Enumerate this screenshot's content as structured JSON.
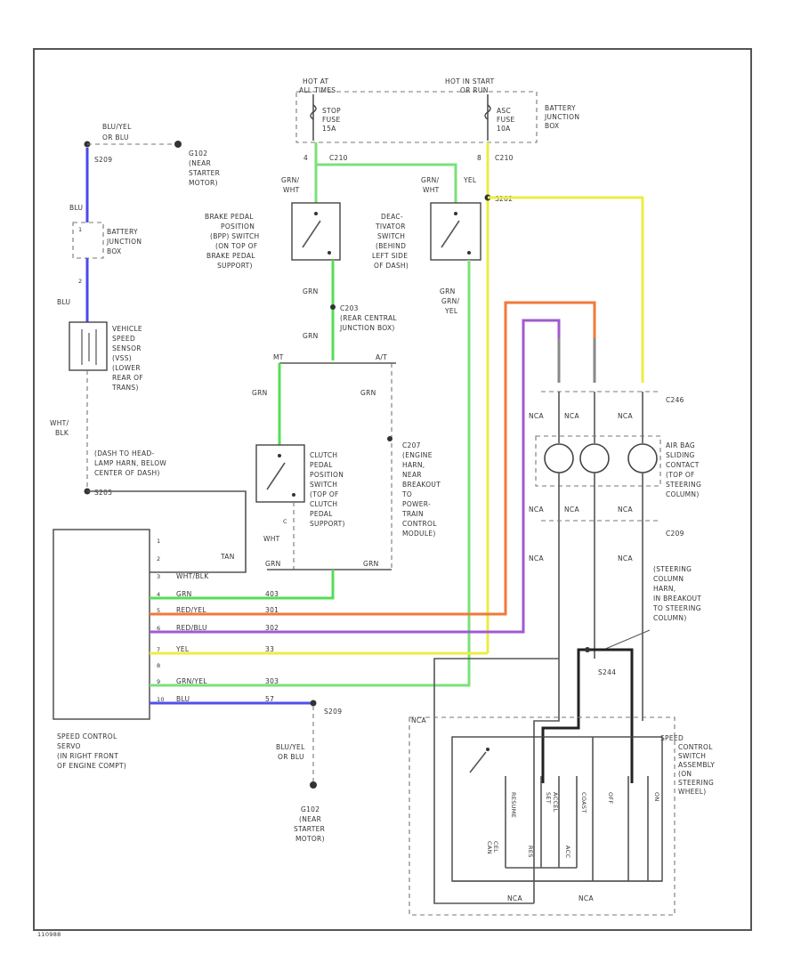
{
  "colors": {
    "blu_yel": "#4a4af0",
    "grn": "#55dd55",
    "grn_yel": "#7ae07a",
    "red_yel": "#f2a043",
    "red_blu": "#b14aa8",
    "yel": "#ecec45",
    "orange": "#f07a3a",
    "violet": "#a05ad0",
    "blu": "#5050f0",
    "dark": "#333333"
  },
  "labels": {
    "hot_at_all_times": "HOT AT",
    "hot_at_all_times_2": "ALL TIMES",
    "hot_in_start": "HOT IN START",
    "hot_in_start_2": "OR RUN",
    "stop_fuse_1": "STOP",
    "stop_fuse_2": "FUSE",
    "stop_fuse_3": "15A",
    "asc_fuse_1": "ASC",
    "asc_fuse_2": "FUSE",
    "asc_fuse_3": "10A",
    "battery_jb_fuse_1": "BATTERY",
    "battery_jb_fuse_2": "JUNCTION",
    "battery_jb_fuse_3": "BOX",
    "c210a": "C210",
    "c210b": "C210",
    "pin4": "4",
    "pin8": "8",
    "blu_yel_or_blu_top": "BLU/YEL",
    "blu_yel_or_blu_top_2": "OR BLU",
    "s209_top": "S209",
    "g102_top_1": "G102",
    "g102_top_2": "(NEAR",
    "g102_top_3": "STARTER",
    "g102_top_4": "MOTOR)",
    "blu_1": "BLU",
    "blu_2": "BLU",
    "pin1": "1",
    "pin2": "2",
    "battery_jb_left_1": "BATTERY",
    "battery_jb_left_2": "JUNCTION",
    "battery_jb_left_3": "BOX",
    "vss_1": "VEHICLE",
    "vss_2": "SPEED",
    "vss_3": "SENSOR",
    "vss_4": "(VSS)",
    "vss_5": "(LOWER",
    "vss_6": "REAR OF",
    "vss_7": "TRANS)",
    "wht_blk": "WHT/",
    "wht_blk_2": "BLK",
    "dash_harn_1": "(DASH TO HEAD-",
    "dash_harn_2": "LAMP HARN, BELOW",
    "dash_harn_3": "CENTER OF DASH)",
    "s205": "S205",
    "grn_wht_a": "GRN/",
    "grn_wht_a2": "WHT",
    "brake_1": "BRAKE PEDAL",
    "brake_2": "POSITION",
    "brake_3": "(BPP) SWITCH",
    "brake_4": "(ON TOP OF",
    "brake_5": "BRAKE PEDAL",
    "brake_6": "SUPPORT)",
    "grn_wht_b": "GRN/",
    "grn_wht_b2": "WHT",
    "yel_top": "YEL",
    "s202": "S202",
    "deact_1": "DEAC-",
    "deact_2": "TIVATOR",
    "deact_3": "SWITCH",
    "deact_4": "(BEHIND",
    "deact_5": "LEFT SIDE",
    "deact_6": "OF DASH)",
    "grn_a": "GRN",
    "grn_yel_a": "GRN/",
    "grn_yel_a2": "YEL",
    "c203_1": "C203",
    "c203_2": "(REAR CENTRAL",
    "c203_3": "JUNCTION BOX)",
    "grn_b": "GRN",
    "mt": "MT",
    "at": "A/T",
    "grn_c": "GRN",
    "grn_d": "GRN",
    "clutch_1": "CLUTCH",
    "clutch_2": "PEDAL",
    "clutch_3": "POSITION",
    "clutch_4": "SWITCH",
    "clutch_5": "(TOP OF",
    "clutch_6": "CLUTCH",
    "clutch_7": "PEDAL",
    "clutch_8": "SUPPORT)",
    "wht_2": "WHT",
    "pin_c": "C",
    "grn_e": "GRN",
    "grn_f": "GRN",
    "c207_1": "C207",
    "c207_2": "(ENGINE",
    "c207_3": "HARN,",
    "c207_4": "NEAR",
    "c207_5": "BREAKOUT",
    "c207_6": "TO",
    "c207_7": "POWER-",
    "c207_8": "TRAIN",
    "c207_9": "CONTROL",
    "c207_10": "MODULE)",
    "nca_1": "NCA",
    "nca_2": "NCA",
    "nca_3": "NCA",
    "c246": "C246",
    "airbag_1": "AIR BAG",
    "airbag_2": "SLIDING",
    "airbag_3": "CONTACT",
    "airbag_4": "(TOP OF",
    "airbag_5": "STEERING",
    "airbag_6": "COLUMN)",
    "nca_4": "NCA",
    "nca_5": "NCA",
    "nca_6": "NCA",
    "c209": "C209",
    "nca_7": "NCA",
    "nca_8": "NCA",
    "steer_1": "(STEERING",
    "steer_2": "COLUMN",
    "steer_3": "HARN,",
    "steer_4": "IN BREAKOUT",
    "steer_5": "TO STEERING",
    "steer_6": "COLUMN)",
    "servo_1": "SPEED CONTROL",
    "servo_2": "SERVO",
    "servo_3": "(IN RIGHT FRONT",
    "servo_4": "OF ENGINE COMPT)",
    "tan_wht": "TAN",
    "blu_yel_bot": "BLU/YEL",
    "blu_yel_bot2": "OR BLU",
    "g102_bot_1": "G102",
    "g102_bot_2": "(NEAR",
    "g102_bot_3": "STARTER",
    "g102_bot_4": "MOTOR)",
    "s209_bot": "S209",
    "nca_9": "NCA",
    "s244": "S244",
    "scs_1": "SPEED",
    "scs_2": "CONTROL",
    "scs_3": "SWITCH",
    "scs_4": "ASSEMBLY",
    "scs_5": "(ON",
    "scs_6": "STEERING",
    "scs_7": "WHEEL)",
    "sw_resume": "RESUME",
    "sw_set": "SET",
    "sw_accel": "ACCEL",
    "sw_coast": "COAST",
    "sw_off": "OFF",
    "sw_on": "ON",
    "sw_cancel": "CAN",
    "sw_cancel2": "CEL",
    "sw_res": "RES",
    "sw_acc": "ACC",
    "nca_10": "NCA",
    "nca_11": "NCA",
    "code": "110988"
  },
  "servo_pins": [
    {
      "pin": "1",
      "wire": "",
      "circuit": ""
    },
    {
      "pin": "2",
      "wire": "",
      "circuit": ""
    },
    {
      "pin": "3",
      "wire": "WHT/BLK",
      "circuit": ""
    },
    {
      "pin": "4",
      "wire": "GRN",
      "circuit": "403"
    },
    {
      "pin": "5",
      "wire": "RED/YEL",
      "circuit": "301"
    },
    {
      "pin": "6",
      "wire": "RED/BLU",
      "circuit": "302"
    },
    {
      "pin": "7",
      "wire": "YEL",
      "circuit": "33"
    },
    {
      "pin": "8",
      "wire": "",
      "circuit": ""
    },
    {
      "pin": "9",
      "wire": "GRN/YEL",
      "circuit": "303"
    },
    {
      "pin": "10",
      "wire": "BLU",
      "circuit": "57"
    }
  ]
}
